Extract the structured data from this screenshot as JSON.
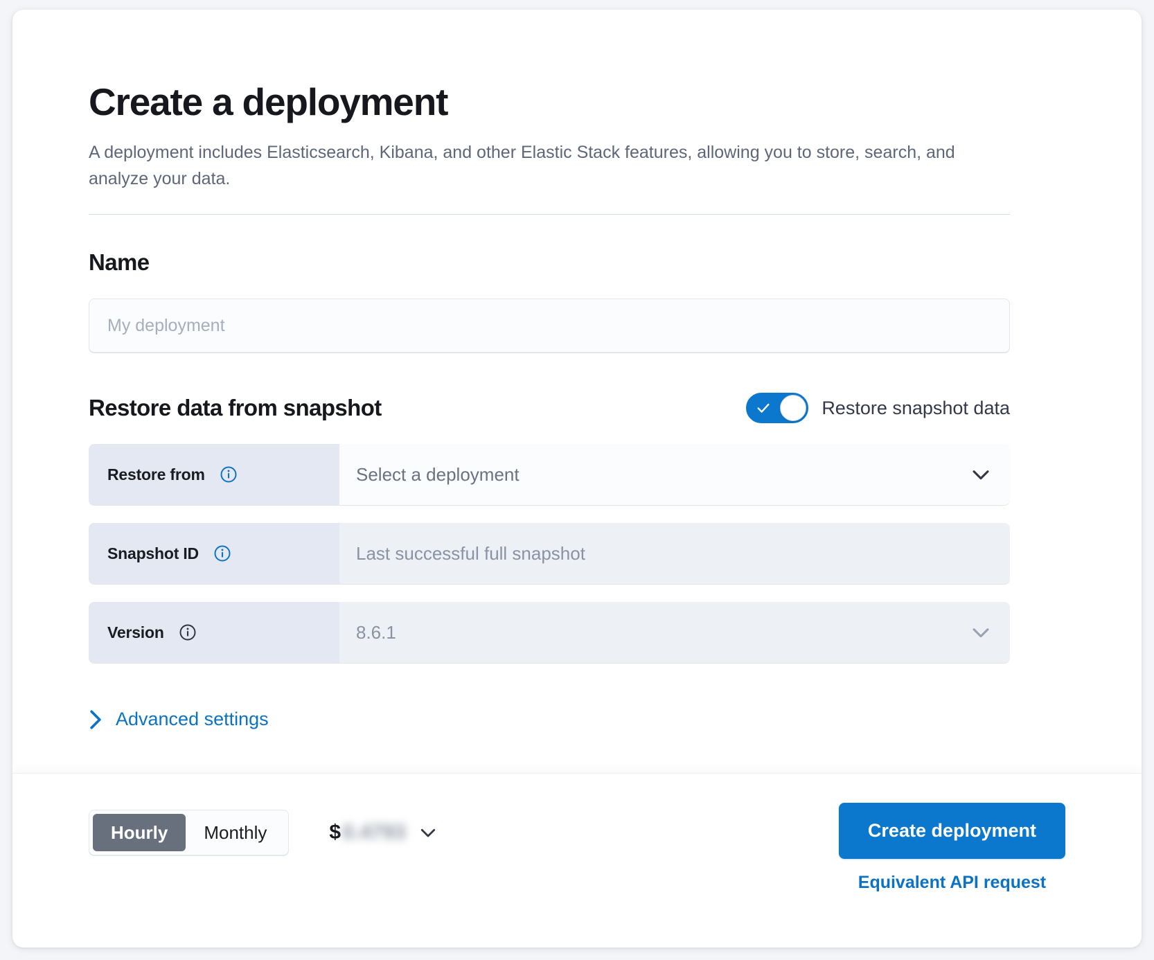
{
  "header": {
    "title": "Create a deployment",
    "description": "A deployment includes Elasticsearch, Kibana, and other Elastic Stack features, allowing you to store, search, and analyze your data."
  },
  "name_section": {
    "title": "Name",
    "input_placeholder": "My deployment",
    "input_value": ""
  },
  "restore_section": {
    "title": "Restore data from snapshot",
    "toggle": {
      "label": "Restore snapshot data",
      "checked": true,
      "icon": "check-icon"
    },
    "rows": [
      {
        "label": "Restore from",
        "info_icon": "info-circle-icon",
        "value": "Select a deployment",
        "control": "select",
        "chevron_icon": "chevron-down-icon",
        "disabled": false
      },
      {
        "label": "Snapshot ID",
        "info_icon": "info-circle-icon",
        "value": "Last successful full snapshot",
        "control": "text",
        "chevron_icon": "",
        "disabled": true
      },
      {
        "label": "Version",
        "info_icon": "info-circle-icon",
        "value": "8.6.1",
        "control": "select",
        "chevron_icon": "chevron-down-icon",
        "disabled": true
      }
    ],
    "advanced_settings": {
      "label": "Advanced settings",
      "icon": "chevron-right-icon"
    }
  },
  "footer": {
    "billing_toggle": {
      "options": [
        "Hourly",
        "Monthly"
      ],
      "selected": "Hourly"
    },
    "price": {
      "currency_symbol": "$",
      "amount": "0.4793",
      "redacted": true,
      "chevron_icon": "chevron-down-icon"
    },
    "create_button": "Create deployment",
    "api_link": "Equivalent API request"
  },
  "colors": {
    "accent_blue": "#0b78cd",
    "link_blue": "#0b72c4",
    "label_bg": "#e4e8f2",
    "disabled_bg": "#edf1f6",
    "segment_active": "#69707d",
    "text_dark": "#16181d",
    "text_muted": "#5e6679"
  }
}
